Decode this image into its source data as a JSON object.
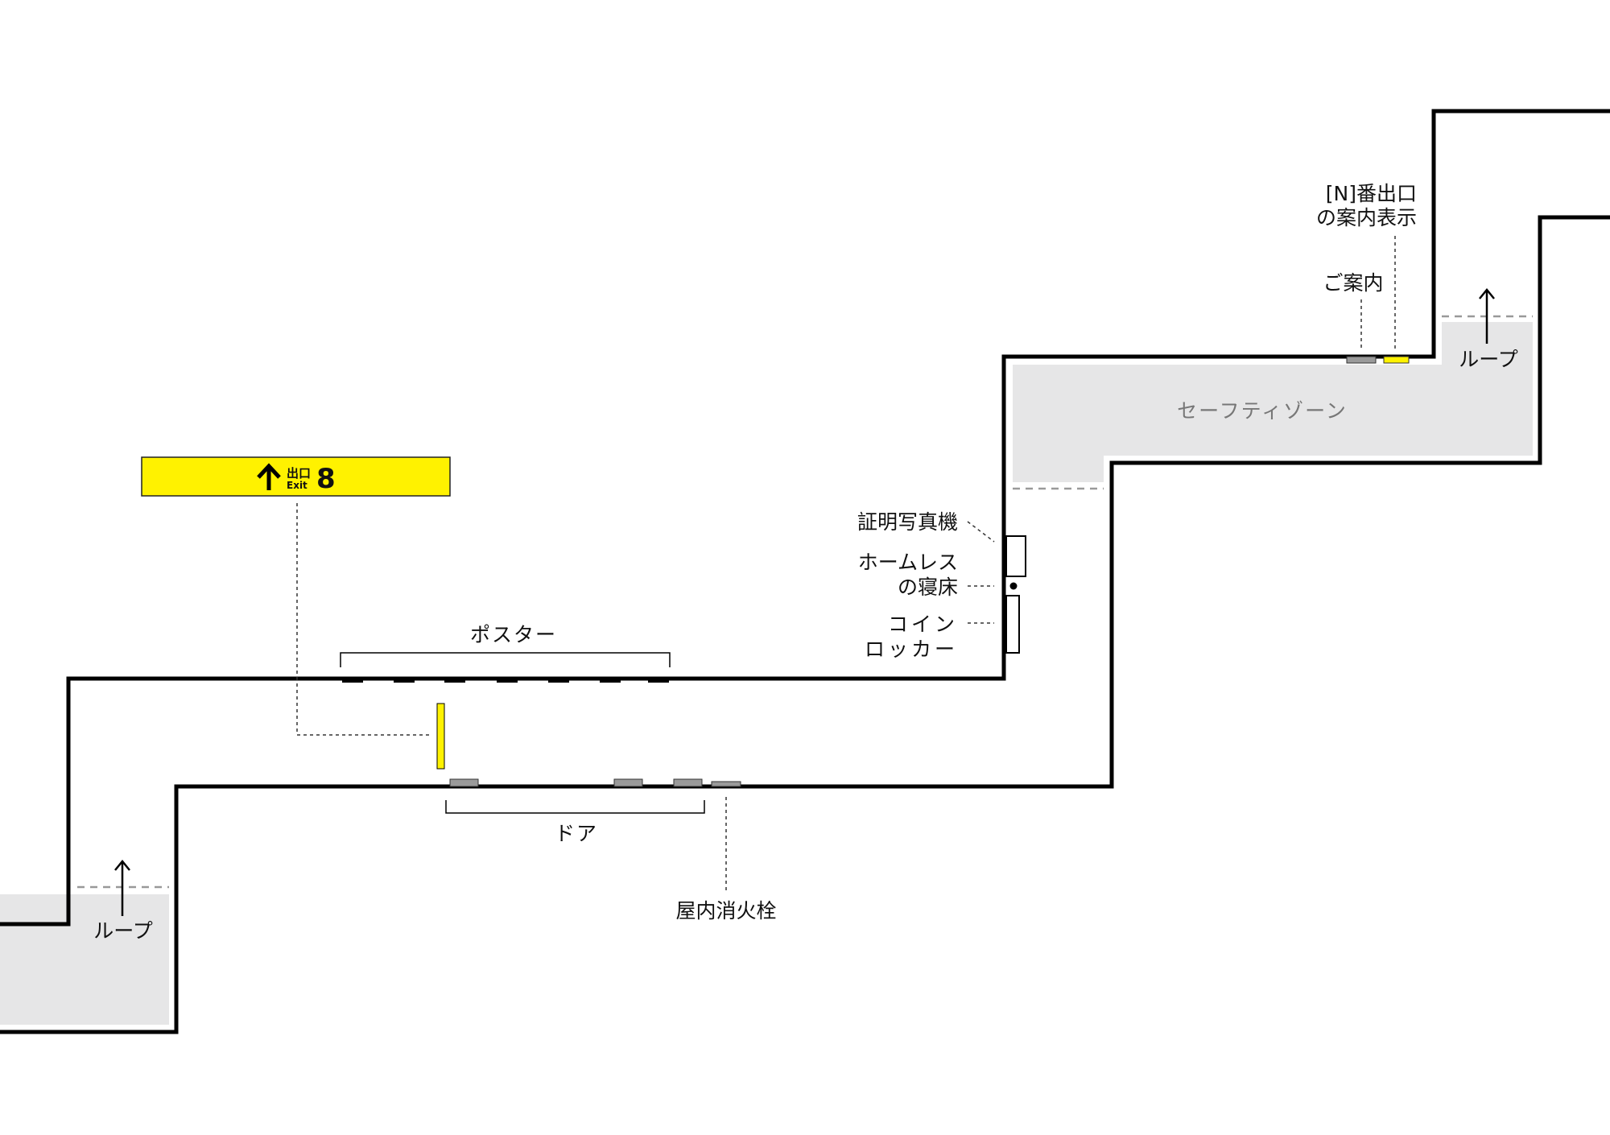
{
  "colors": {
    "sign_yellow": "#fff200",
    "zone_gray": "#e6e6e7",
    "door_gray": "#9a9a9a"
  },
  "exit_sign": {
    "icon": "arrow-up-icon",
    "jp": "出口",
    "en": "Exit",
    "number": "8"
  },
  "labels": {
    "posters": "ポスター",
    "doors": "ドア",
    "fire_hydrant": "屋内消火栓",
    "photo_booth": "証明写真機",
    "homeless_bed_1": "ホームレス",
    "homeless_bed_2": "の寝床",
    "lockers_1": "コイン",
    "lockers_2": "ロッカー",
    "safety_zone": "セーフティゾーン",
    "info": "ご案内",
    "exit_sign_n_1": "[N]番出口",
    "exit_sign_n_2": "の案内表示",
    "loop_left": "ループ",
    "loop_right": "ループ"
  }
}
